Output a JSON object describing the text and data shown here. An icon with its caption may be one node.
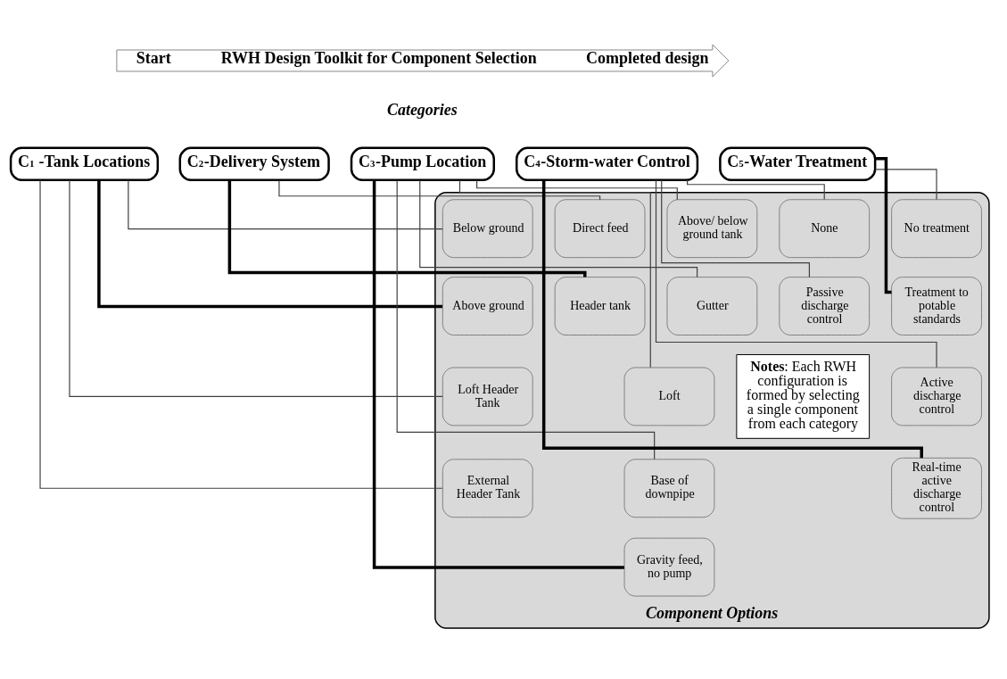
{
  "diagram": {
    "nodes": [
      {
        "text": [
          "Start",
          "RWH Design Toolkit for Component Selection",
          "Completed design"
        ]
      },
      {
        "text": [
          "C$_{1}$ -Tank Locations"
        ]
      },
      {
        "text": [
          "C$_{2}$-Delivery System"
        ]
      },
      {
        "text": [
          "C$_{3}$-Pump Location"
        ]
      },
      {
        "text": [
          "C$_{4}$-Storm-water Control"
        ]
      },
      {
        "text": [
          "C$_{5}$-Water Treatment"
        ]
      },
      {
        "text": [
          "Component Options"
        ]
      },
      {
        "text": [
          "Below ground"
        ],
        "in": 6
      },
      {
        "text": [
          "Above ground"
        ],
        "in": 6
      },
      {
        "text": [
          "Loft Header Tank"
        ],
        "in": 6
      },
      {
        "text": [
          "External Header Tank"
        ],
        "in": 6
      },
      {
        "text": [
          "Direct feed"
        ],
        "in": 6
      },
      {
        "text": [
          "Header tank"
        ],
        "in": 6
      },
      {
        "text": [
          "Above/ below ground tank"
        ],
        "in": 6
      },
      {
        "text": [
          "Gutter"
        ],
        "in": 6
      },
      {
        "text": [
          "Loft"
        ],
        "in": 6
      },
      {
        "text": [
          "Base of downpipe"
        ],
        "in": 6
      },
      {
        "text": [
          "Gravity feed, no pump"
        ],
        "in": 6
      },
      {
        "text": [
          "None"
        ],
        "in": 6
      },
      {
        "text": [
          "Passive discharge control"
        ],
        "in": 6
      },
      {
        "text": [
          "Active discharge control"
        ],
        "in": 6
      },
      {
        "text": [
          "Real-time active discharge control"
        ],
        "in": 6
      },
      {
        "text": [
          "No treatment"
        ],
        "in": 6
      },
      {
        "text": [
          "Treatment to potable standards"
        ],
        "in": 6
      },
      {
        "text": [
          "**Notes**: Each RWH configuration is formed by selecting a single component from each category"
        ],
        "in": 6
      }
    ],
    "edges": [
      {
        "from": 1,
        "to": 7,
        "arrow": "none"
      },
      {
        "from": 1,
        "to": 8,
        "arrow": "none",
        "style": "thick"
      },
      {
        "from": 1,
        "to": 9,
        "arrow": "none"
      },
      {
        "from": 1,
        "to": 10,
        "arrow": "none"
      },
      {
        "from": 2,
        "to": 11,
        "arrow": "none"
      },
      {
        "from": 2,
        "to": 12,
        "arrow": "none",
        "style": "thick"
      },
      {
        "from": 3,
        "to": 13,
        "arrow": "none"
      },
      {
        "from": 3,
        "to": 14,
        "arrow": "none"
      },
      {
        "from": 3,
        "to": 15,
        "arrow": "none"
      },
      {
        "from": 3,
        "to": 16,
        "arrow": "none"
      },
      {
        "from": 3,
        "to": 17,
        "arrow": "none",
        "style": "thick"
      },
      {
        "from": 4,
        "to": 18,
        "arrow": "none"
      },
      {
        "from": 4,
        "to": 19,
        "arrow": "none"
      },
      {
        "from": 4,
        "to": 20,
        "arrow": "none"
      },
      {
        "from": 4,
        "to": 21,
        "arrow": "none",
        "style": "thick"
      },
      {
        "from": 5,
        "to": 22,
        "arrow": "none"
      },
      {
        "from": 5,
        "to": 23,
        "arrow": "none",
        "style": "thick"
      }
    ],
    "labels": [
      "Categories"
    ]
  }
}
